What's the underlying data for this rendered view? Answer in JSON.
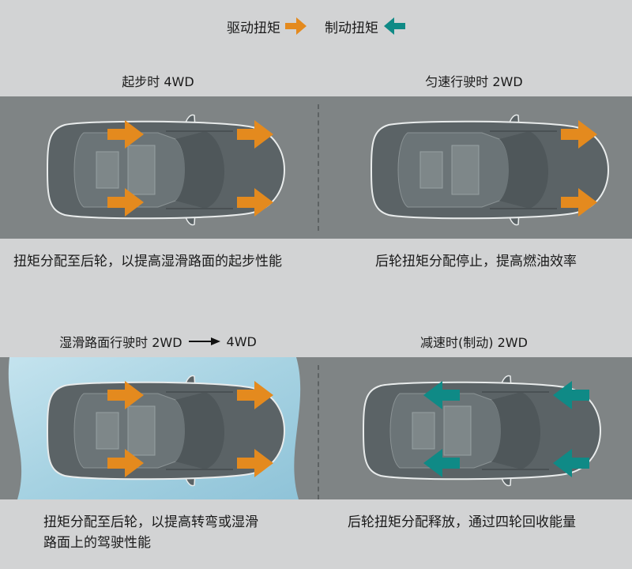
{
  "legend": {
    "drive_label": "驱动扭矩",
    "brake_label": "制动扭矩",
    "drive_color": "#e48a1e",
    "brake_color": "#0f8a86"
  },
  "panels": [
    {
      "title": "起步时 4WD",
      "caption_lines": [
        "扭矩分配至后轮，以提高湿滑路面的起步性能"
      ],
      "arrows": "drive-all"
    },
    {
      "title": "匀速行驶时 2WD",
      "caption_lines": [
        "后轮扭矩分配停止，提高燃油效率"
      ],
      "arrows": "drive-front"
    },
    {
      "title_part1": "湿滑路面行驶时 2WD",
      "title_part2": "4WD",
      "caption_lines": [
        "扭矩分配至后轮，以提高转弯或湿滑",
        "路面上的驾驶性能"
      ],
      "arrows": "drive-all",
      "wet": true
    },
    {
      "title": "减速时(制动) 2WD",
      "caption_lines": [
        "后轮扭矩分配释放，通过四轮回收能量"
      ],
      "arrows": "brake-all"
    }
  ],
  "colors": {
    "background": "#d2d3d4",
    "road": "#7f8485",
    "wet_road": "#a9d3e2",
    "car_body": "#5b6366",
    "car_outline": "#e9ecec"
  }
}
